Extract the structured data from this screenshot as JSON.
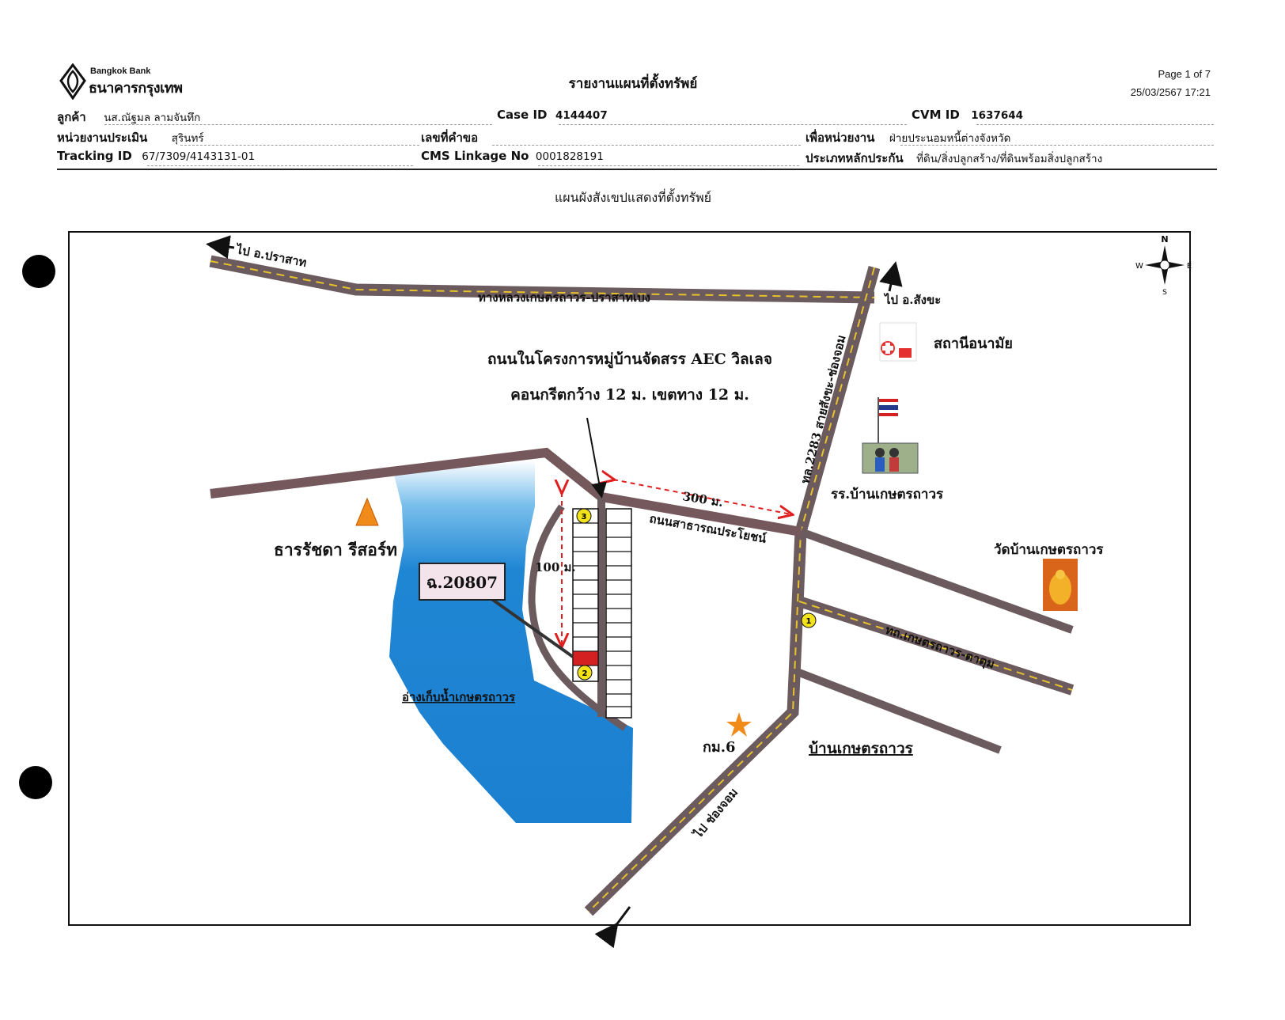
{
  "header": {
    "bank_en": "Bangkok Bank",
    "bank_th": "ธนาคารกรุงเทพ",
    "title": "รายงานแผนที่ตั้งทรัพย์",
    "page": "Page 1 of 7",
    "datetime": "25/03/2567 17:21"
  },
  "fields": {
    "customer_label": "ลูกค้า",
    "customer_value": "นส.ณัฐมล ลามจันทึก",
    "case_label": "Case ID",
    "case_value": "4144407",
    "cvm_label": "CVM ID",
    "cvm_value": "1637644",
    "unit_label": "หน่วยงานประเมิน",
    "unit_value": "สุรินทร์",
    "request_label": "เลขที่คำขอ",
    "request_value": "",
    "for_unit_label": "เพื่อหน่วยงาน",
    "for_unit_value": "ฝ่ายประนอมหนี้ต่างจังหวัด",
    "tracking_label": "Tracking ID",
    "tracking_value": "67/7309/4143131-01",
    "cms_label": "CMS Linkage No",
    "cms_value": "0001828191",
    "collateral_label": "ประเภทหลักประกัน",
    "collateral_value": "ที่ดิน/สิ่งปลูกสร้าง/ที่ดินพร้อมสิ่งปลูกสร้าง"
  },
  "map_title": "แผนผังสังเขปแสดงที่ตั้งทรัพย์",
  "map": {
    "to_prasat": "ไป อ.ปราสาท",
    "highway_name": "ทางหลวงเกษตรถาวร-ปราสาทเบง",
    "to_sangkha": "ไป อ.สังขะ",
    "health_station": "สถานีอนามัย",
    "project_road_line1": "ถนนในโครงการหมู่บ้านจัดสรร AEC วิลเลจ",
    "project_road_line2": "คอนกรีตกว้าง 12 ม. เขตทาง 12 ม.",
    "route_2283": "ทล.2283 สายสังขะ-ช่องจอม",
    "school": "รร.บ้านเกษตรถาวร",
    "distance_300": "300 ม.",
    "public_road": "ถนนสาธารณประโยชน์",
    "resort": "ธารรัชดา รีสอร์ท",
    "distance_100": "100 ม.",
    "deed": "ฉ.20807",
    "temple": "วัดบ้านเกษตรถาวร",
    "local_road": "ทถ.เกษตรถาวร-ตาตุม",
    "reservoir": "อ่างเก็บน้ำเกษตรถาวร",
    "km_marker": "กม.6",
    "village": "บ้านเกษตรถาวร",
    "to_chongjom": "ไป ช่องจอม",
    "marker_1": "1",
    "marker_2": "2",
    "marker_3": "3",
    "compass_n": "N",
    "compass_s": "S",
    "compass_e": "E",
    "compass_w": "W"
  },
  "colors": {
    "road": "#6b5a5e",
    "road_center": "#e8c22a",
    "water": "#1f86d4",
    "subject_plot": "#d42020",
    "marker": "#f2e21a"
  }
}
